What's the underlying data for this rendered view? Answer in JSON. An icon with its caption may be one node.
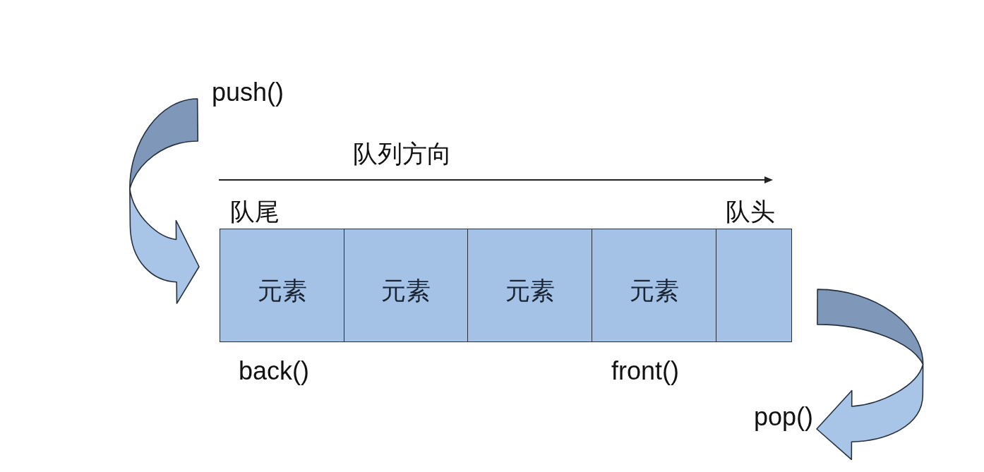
{
  "diagram": {
    "nodes": [
      {
        "text": [
          "push()"
        ]
      },
      {
        "text": [
          "元素"
        ]
      },
      {
        "text": [
          "元素"
        ]
      },
      {
        "text": [
          "元素"
        ]
      },
      {
        "text": [
          "元素"
        ]
      },
      {
        "text": [],
        "shape": "box"
      },
      {
        "text": [
          "pop()"
        ]
      }
    ],
    "edges": [
      {
        "from": 0,
        "to": 1,
        "arrow": "to"
      },
      {
        "from": 5,
        "to": 6,
        "arrow": "to"
      }
    ],
    "labels": [
      "队列方向",
      "队尾",
      "队头",
      "back()",
      "front()"
    ]
  }
}
